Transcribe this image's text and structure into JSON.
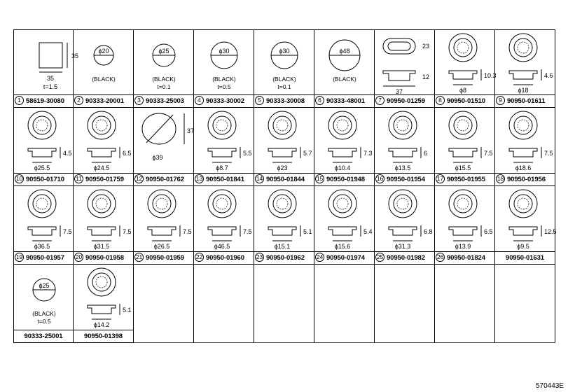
{
  "diagram_code": "570443E",
  "cells": [
    {
      "index": "1",
      "part": "58619-30080",
      "kind": "square",
      "texts": [
        "35",
        "35",
        "t=1.5"
      ]
    },
    {
      "index": "2",
      "part": "90333-20001",
      "kind": "plug",
      "texts": [
        "ϕ20",
        "(BLACK)"
      ]
    },
    {
      "index": "3",
      "part": "90333-25003",
      "kind": "plug",
      "texts": [
        "ϕ25",
        "(BLACK)",
        "t=0.1"
      ]
    },
    {
      "index": "4",
      "part": "90333-30002",
      "kind": "plug",
      "texts": [
        "ϕ30",
        "(BLACK)",
        "t=0.5"
      ]
    },
    {
      "index": "5",
      "part": "90333-30008",
      "kind": "plug",
      "texts": [
        "ϕ30",
        "(BLACK)",
        "t=0.1"
      ]
    },
    {
      "index": "6",
      "part": "90333-48001",
      "kind": "plug",
      "texts": [
        "ϕ48",
        "(BLACK)"
      ]
    },
    {
      "index": "7",
      "part": "90950-01259",
      "kind": "oval",
      "texts": [
        "23",
        "12",
        "37"
      ]
    },
    {
      "index": "8",
      "part": "90950-01510",
      "kind": "grommet",
      "texts": [
        "10.3",
        "ϕ8"
      ]
    },
    {
      "index": "9",
      "part": "90950-01611",
      "kind": "grommet",
      "texts": [
        "4.6",
        "ϕ18"
      ]
    },
    {
      "index": "10",
      "part": "90950-01710",
      "kind": "grommet",
      "texts": [
        "4.5",
        "ϕ25.5"
      ]
    },
    {
      "index": "11",
      "part": "90950-01759",
      "kind": "grommet",
      "texts": [
        "6.5",
        "ϕ24.5"
      ]
    },
    {
      "index": "12",
      "part": "90950-01762",
      "kind": "cross",
      "texts": [
        "37",
        "ϕ39"
      ]
    },
    {
      "index": "13",
      "part": "90950-01841",
      "kind": "grommet",
      "texts": [
        "5.5",
        "ϕ8.7"
      ]
    },
    {
      "index": "14",
      "part": "90950-01844",
      "kind": "grommet",
      "texts": [
        "5.7",
        "ϕ23"
      ]
    },
    {
      "index": "15",
      "part": "90950-01948",
      "kind": "grommet",
      "texts": [
        "7.3",
        "ϕ10.4"
      ]
    },
    {
      "index": "16",
      "part": "90950-01954",
      "kind": "grommet",
      "texts": [
        "6",
        "ϕ13.5"
      ]
    },
    {
      "index": "17",
      "part": "90950-01955",
      "kind": "grommet",
      "texts": [
        "7.5",
        "ϕ15.5"
      ]
    },
    {
      "index": "18",
      "part": "90950-01956",
      "kind": "grommet",
      "texts": [
        "7.5",
        "ϕ18.6"
      ]
    },
    {
      "index": "19",
      "part": "90950-01957",
      "kind": "grommet",
      "texts": [
        "7.5",
        "ϕ36.5"
      ]
    },
    {
      "index": "20",
      "part": "90950-01958",
      "kind": "grommet",
      "texts": [
        "7.5",
        "ϕ31.5"
      ]
    },
    {
      "index": "21",
      "part": "90950-01959",
      "kind": "grommet",
      "texts": [
        "7.5",
        "ϕ26.5"
      ]
    },
    {
      "index": "22",
      "part": "90950-01960",
      "kind": "grommet",
      "texts": [
        "7.5",
        "ϕ46.5"
      ]
    },
    {
      "index": "23",
      "part": "90950-01962",
      "kind": "grommet",
      "texts": [
        "5.1",
        "ϕ15.1"
      ]
    },
    {
      "index": "24",
      "part": "90950-01974",
      "kind": "grommet",
      "texts": [
        "5.4",
        "ϕ15.6"
      ]
    },
    {
      "index": "25",
      "part": "90950-01982",
      "kind": "grommet",
      "texts": [
        "6.8",
        "ϕ31.3"
      ]
    },
    {
      "index": "26",
      "part": "90950-01824",
      "kind": "grommet",
      "texts": [
        "6.5",
        "ϕ13.9"
      ]
    },
    {
      "index": "",
      "part": "90950-01631",
      "kind": "grommet",
      "texts": [
        "12.5",
        "ϕ9.5"
      ]
    },
    {
      "index": "",
      "part": "90333-25001",
      "kind": "plug",
      "texts": [
        "ϕ25",
        "(BLACK)",
        "t=0.5"
      ]
    },
    {
      "index": "",
      "part": "90950-01398",
      "kind": "grommet",
      "texts": [
        "5.1",
        "ϕ14.2"
      ]
    }
  ]
}
